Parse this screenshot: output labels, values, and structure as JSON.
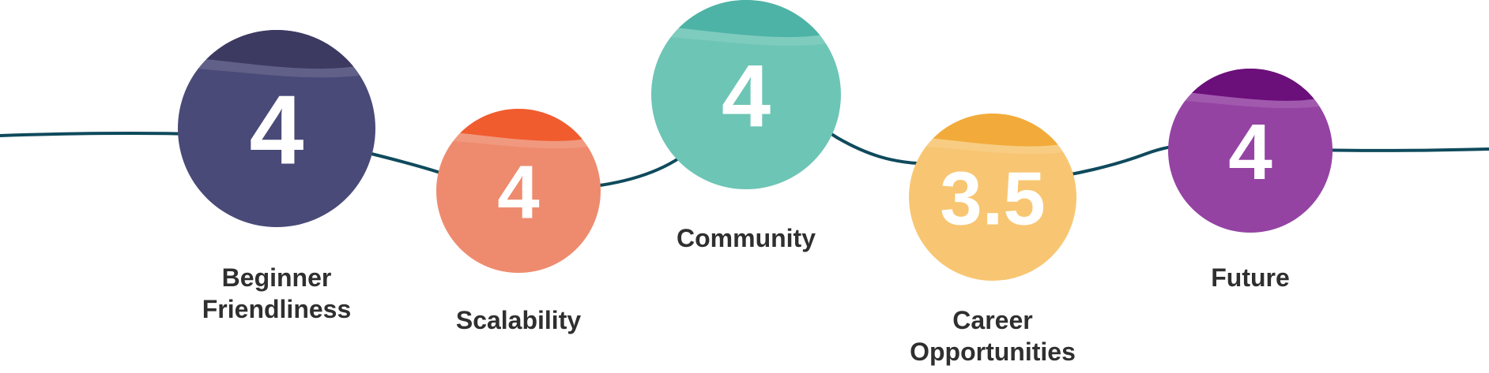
{
  "items": [
    {
      "score": "4",
      "label_lines": [
        "Beginner",
        "Friendliness"
      ],
      "color": "#4a4a78",
      "cap_color": "#3d3a62"
    },
    {
      "score": "4",
      "label_lines": [
        "Scalability"
      ],
      "color": "#ee8b6e",
      "cap_color": "#f15c2e"
    },
    {
      "score": "4",
      "label_lines": [
        "Community"
      ],
      "color": "#6dc5b6",
      "cap_color": "#4db3a6"
    },
    {
      "score": "3.5",
      "label_lines": [
        "Career",
        "Opportunities"
      ],
      "color": "#f8c672",
      "cap_color": "#f2ab3a"
    },
    {
      "score": "4",
      "label_lines": [
        "Future"
      ],
      "color": "#9443a3",
      "cap_color": "#6b0f7a"
    }
  ],
  "line_color": "#0f4a5c",
  "text_color": "#2f2f2f"
}
